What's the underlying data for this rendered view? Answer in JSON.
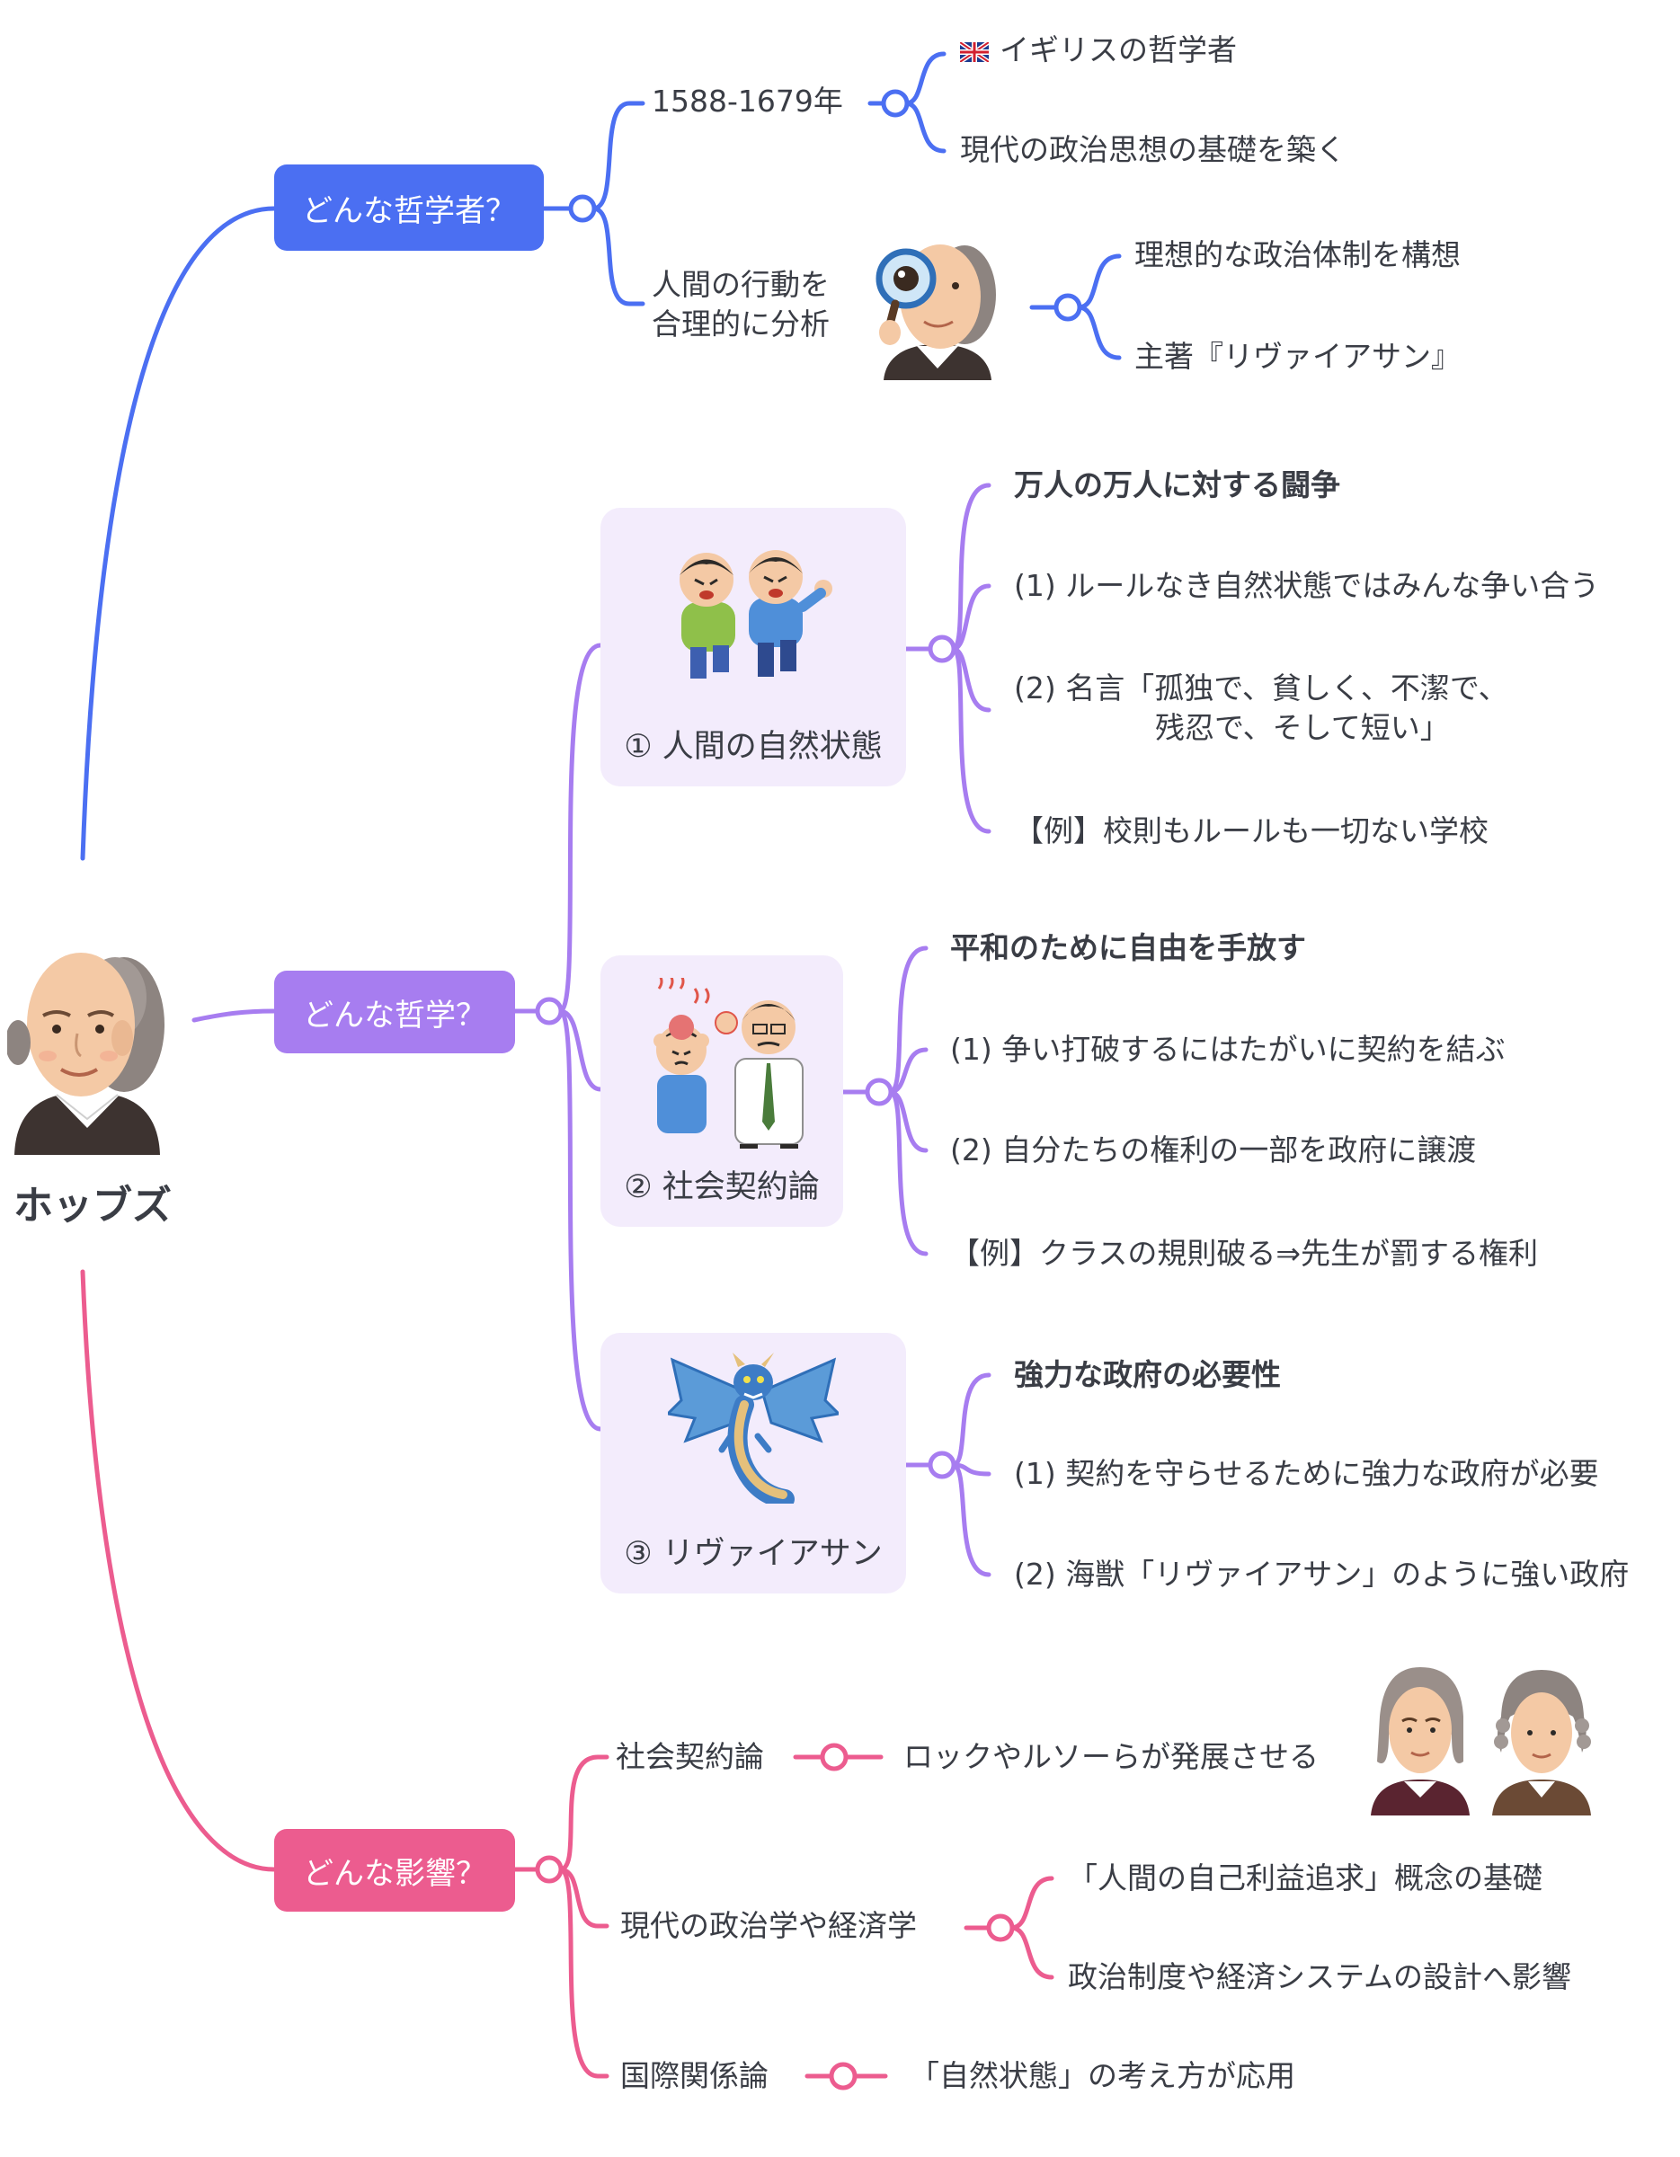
{
  "root": {
    "name": "ホッブズ",
    "portrait_icon": "hobbes-portrait-icon"
  },
  "colors": {
    "blue": "#4b6ff2",
    "purple": "#a77df0",
    "pink": "#ec5c8f",
    "card_bg": "#f3ecfc"
  },
  "branches": {
    "who": {
      "label": "どんな哲学者？",
      "years": "1588-1679年",
      "years_children": [
        "イギリスの哲学者",
        "現代の政治思想の基礎を築く"
      ],
      "analysis_line1": "人間の行動を",
      "analysis_line2": "合理的に分析",
      "analysis_children": [
        "理想的な政治体制を構想",
        "主著『リヴァイアサン』"
      ]
    },
    "philosophy": {
      "label": "どんな哲学？",
      "topics": [
        {
          "label": "① 人間の自然状態",
          "icon": "fighting-kids-icon",
          "heading": "万人の万人に対する闘争",
          "point1": "(1) ルールなき自然状態ではみんな争い合う",
          "point2_line1": "(2) 名言「孤独で、貧しく、不潔で、",
          "point2_line2": "残忍で、そして短い」",
          "example": "【例】校則もルールも一切ない学校"
        },
        {
          "label": "② 社会契約論",
          "icon": "teacher-scolding-icon",
          "heading": "平和のために自由を手放す",
          "point1": "(1) 争い打破するにはたがいに契約を結ぶ",
          "point2": "(2) 自分たちの権利の一部を政府に譲渡",
          "example": "【例】クラスの規則破る⇒先生が罰する権利"
        },
        {
          "label": "③ リヴァイアサン",
          "icon": "dragon-icon",
          "heading": "強力な政府の必要性",
          "point1": "(1) 契約を守らせるために強力な政府が必要",
          "point2": "(2) 海獣「リヴァイアサン」のように強い政府"
        }
      ]
    },
    "influence": {
      "label": "どんな影響？",
      "items": [
        {
          "label": "社会契約論",
          "children": [
            "ロックやルソーらが発展させる"
          ]
        },
        {
          "label": "現代の政治学や経済学",
          "children": [
            "「人間の自己利益追求」概念の基礎",
            "政治制度や経済システムの設計へ影響"
          ]
        },
        {
          "label": "国際関係論",
          "children": [
            "「自然状態」の考え方が応用"
          ]
        }
      ]
    }
  }
}
